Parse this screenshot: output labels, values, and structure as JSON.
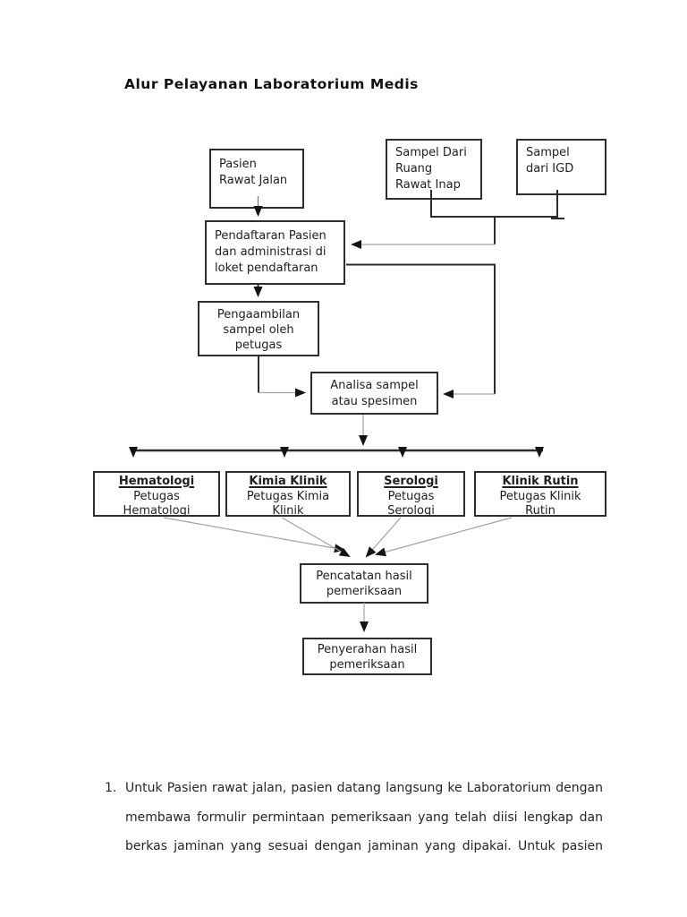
{
  "page": {
    "title": "Alur Pelayanan Laboratorium Medis"
  },
  "diagram": {
    "nodes": {
      "pasien_rawat_jalan": {
        "lines": [
          "Pasien",
          "Rawat Jalan"
        ]
      },
      "sampel_ruang_rawat_inap": {
        "lines": [
          "Sampel Dari",
          "Ruang",
          "Rawat Inap"
        ]
      },
      "sampel_igd": {
        "lines": [
          "Sampel",
          "dari IGD"
        ]
      },
      "pendaftaran": {
        "lines": [
          "Pendaftaran Pasien",
          "dan administrasi di",
          "loket pendaftaran"
        ]
      },
      "pengambilan_sampel": {
        "lines": [
          "Pengaambilan",
          "sampel oleh",
          "petugas"
        ]
      },
      "analisa_sampel": {
        "lines": [
          "Analisa sampel",
          "atau spesimen"
        ]
      },
      "hematologi": {
        "title": "Hematologi",
        "lines": [
          "Petugas",
          "Hematologi"
        ]
      },
      "kimia_klinik": {
        "title": "Kimia Klinik",
        "lines": [
          "Petugas Kimia",
          "Klinik"
        ]
      },
      "serologi": {
        "title": "Serologi",
        "lines": [
          "Petugas",
          "Serologi"
        ]
      },
      "klinik_rutin": {
        "title": "Klinik Rutin",
        "lines": [
          "Petugas Klinik",
          "Rutin"
        ]
      },
      "pencatatan": {
        "lines": [
          "Pencatatan hasil",
          "pemeriksaan"
        ]
      },
      "penyerahan": {
        "lines": [
          "Penyerahan hasil",
          "pemeriksaan"
        ]
      }
    }
  },
  "notes": {
    "item1": {
      "number": "1.",
      "lines": [
        "Untuk Pasien rawat jalan, pasien datang langsung ke Laboratorium dengan",
        "membawa formulir permintaan pemeriksaan yang telah diisi lengkap dan",
        "berkas jaminan yang sesuai dengan jaminan yang dipakai. Untuk pasien"
      ]
    }
  },
  "colors": {
    "background": "#ffffff",
    "ink": "#1f1f1f",
    "box_border": "#2e2e2e",
    "connector_dark": "#2c2c2c",
    "connector_faint": "#a3a3a3",
    "arrowhead": "#141414"
  }
}
